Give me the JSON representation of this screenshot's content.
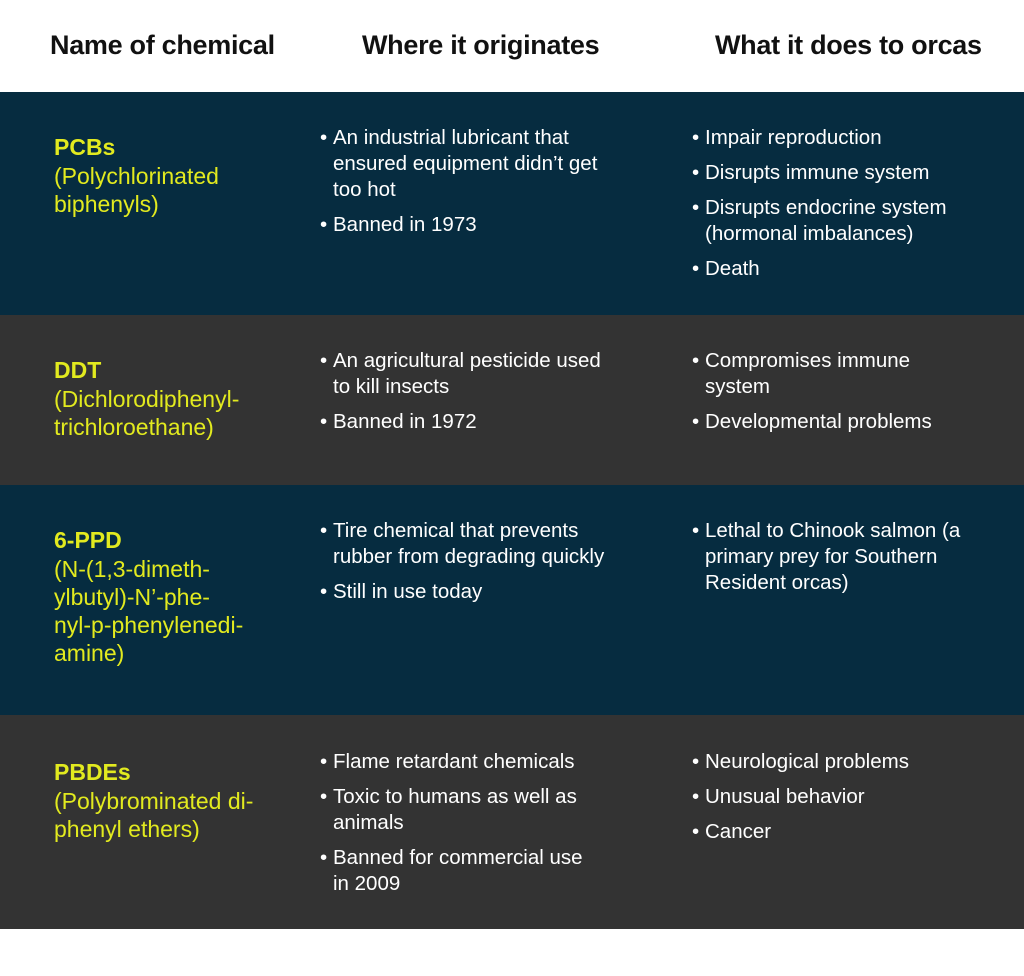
{
  "headers": {
    "name": "Name of chemical",
    "origin": "Where it originates",
    "effect": "What it does to orcas"
  },
  "colors": {
    "navy_row": "#062c40",
    "gray_row": "#333333",
    "name_text": "#e2ea1f",
    "body_text": "#ffffff"
  },
  "bullet": "•",
  "rows": [
    {
      "abbr": "PCBs",
      "full": [
        "(Polychlorinated",
        "biphenyls)"
      ],
      "origin": [
        [
          "An industrial lubricant that",
          "ensured equipment didn’t get",
          "too hot"
        ],
        [
          "Banned in 1973"
        ]
      ],
      "effects": [
        [
          "Impair reproduction"
        ],
        [
          "Disrupts immune system"
        ],
        [
          "Disrupts endocrine system",
          "(hormonal imbalances)"
        ],
        [
          "Death"
        ]
      ]
    },
    {
      "abbr": "DDT",
      "full": [
        "(Dichlorodiphenyl-",
        "trichloroethane)"
      ],
      "origin": [
        [
          "An agricultural pesticide used",
          "to kill insects"
        ],
        [
          "Banned in 1972"
        ]
      ],
      "effects": [
        [
          "Compromises immune",
          "system"
        ],
        [
          "Developmental problems"
        ]
      ]
    },
    {
      "abbr": "6-PPD",
      "full": [
        "(N-(1,3-dimeth-",
        "ylbutyl)-N’-phe-",
        "nyl-p-phenylenedi-",
        "amine)"
      ],
      "origin": [
        [
          "Tire chemical that prevents",
          "rubber from degrading quickly"
        ],
        [
          "Still in use today"
        ]
      ],
      "effects": [
        [
          "Lethal to Chinook salmon (a",
          "primary prey for Southern",
          "Resident orcas)"
        ]
      ]
    },
    {
      "abbr": "PBDEs",
      "full": [
        "(Polybrominated di-",
        "phenyl ethers)"
      ],
      "origin": [
        [
          "Flame retardant chemicals"
        ],
        [
          "Toxic to humans as well as",
          "animals"
        ],
        [
          "Banned for commercial use",
          "in 2009"
        ]
      ],
      "effects": [
        [
          "Neurological problems"
        ],
        [
          "Unusual behavior"
        ],
        [
          "Cancer"
        ]
      ]
    }
  ]
}
